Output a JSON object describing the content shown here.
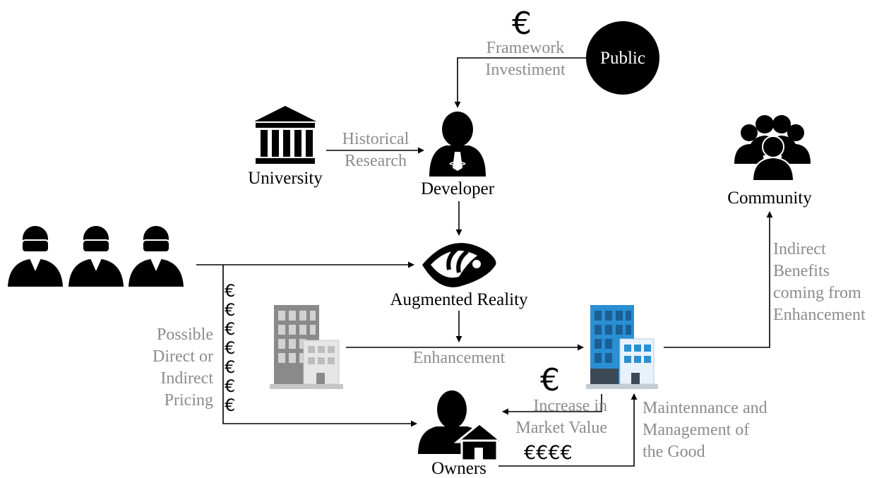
{
  "nodes": {
    "public": "Public",
    "university": "University",
    "developer": "Developer",
    "community": "Community",
    "augmented_reality": "Augmented Reality",
    "owners": "Owners"
  },
  "flows": {
    "framework_investment": [
      "Framework",
      "Investiment"
    ],
    "historical_research": [
      "Historical",
      "Research"
    ],
    "enhancement": "Enhancement",
    "indirect_benefits": [
      "Indirect",
      "Benefits",
      "coming from",
      "Enhancement"
    ],
    "pricing": [
      "Possible",
      "Direct or",
      "Indirect",
      "Pricing"
    ],
    "market_value": [
      "Increase in",
      "Market Value"
    ],
    "maintenance": [
      "Maintennance and",
      "Management of",
      "the Good"
    ]
  },
  "currency": {
    "single": "€",
    "stack": [
      "€",
      "€",
      "€",
      "€",
      "€",
      "€",
      "€"
    ],
    "multiple": "€€€€"
  },
  "icons": [
    "public-circle",
    "university-icon",
    "developer-icon",
    "community-icon",
    "vr-user-icon",
    "augmented-reality-eye-icon",
    "old-building-icon",
    "enhanced-building-icon",
    "owner-house-icon"
  ],
  "colors": {
    "label_gray": "#8c8c8c",
    "building_blue": "#2a8fd3",
    "building_gray": "#9a9a9a"
  }
}
